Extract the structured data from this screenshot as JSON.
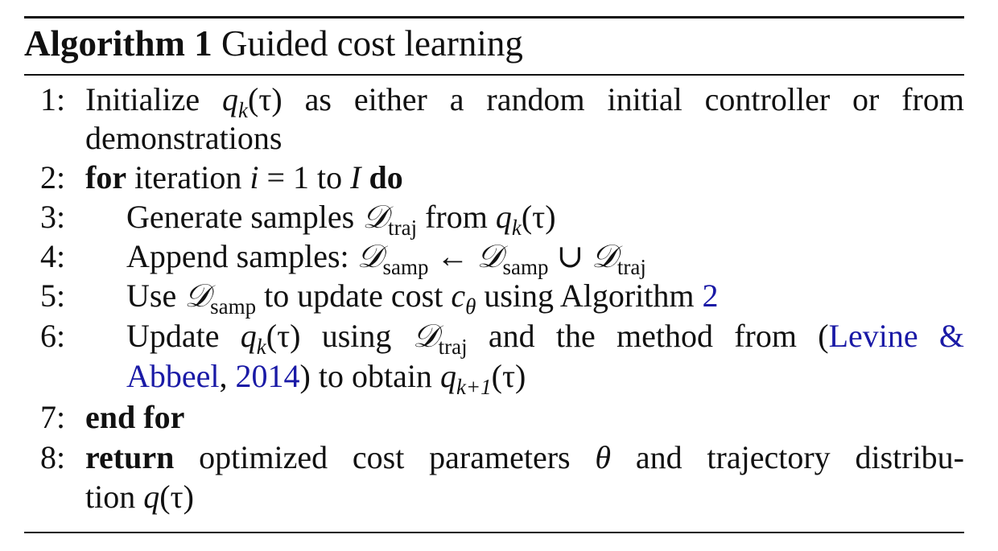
{
  "algorithm": {
    "label": "Algorithm 1",
    "title": "Guided cost learning"
  },
  "lines": [
    {
      "number": "1:",
      "text": {
        "pre": "Initialize ",
        "q": "q",
        "k": "k",
        "tau": "(τ)",
        "post": " as either a random initial controller or from",
        "cont": "demonstrations"
      }
    },
    {
      "number": "2:",
      "text": {
        "for": "for",
        "pre": " iteration ",
        "i": "i",
        "eq": " = 1 to ",
        "I": "I",
        "do": "do"
      }
    },
    {
      "number": "3:",
      "text": {
        "pre": "Generate samples ",
        "D": "𝒟",
        "traj": "traj",
        "mid": " from ",
        "q": "q",
        "k": "k",
        "tau": "(τ)"
      }
    },
    {
      "number": "4:",
      "text": {
        "pre": "Append samples: ",
        "D1": "𝒟",
        "samp1": "samp",
        "arrow": " ← ",
        "D2": "𝒟",
        "samp2": "samp",
        "cup": " ∪ ",
        "D3": "𝒟",
        "traj": "traj"
      }
    },
    {
      "number": "5:",
      "text": {
        "pre": "Use ",
        "D": "𝒟",
        "samp": "samp",
        "mid": " to update cost ",
        "c": "c",
        "theta": "θ",
        "post": " using Algorithm ",
        "ref": "2"
      }
    },
    {
      "number": "6:",
      "text": {
        "pre": "Update ",
        "q": "q",
        "k": "k",
        "tau": "(τ)",
        "mid1": " using ",
        "D": "𝒟",
        "traj": "traj",
        "mid2": " and the method from (",
        "cite1": "Levine &",
        "cite2": "Abbeel",
        "comma": ", ",
        "year": "2014",
        "post": ") to obtain ",
        "q2": "q",
        "k2": "k+1",
        "tau2": "(τ)"
      }
    },
    {
      "number": "7:",
      "text": {
        "end": "end for"
      }
    },
    {
      "number": "8:",
      "text": {
        "return": "return",
        "post": " optimized cost parameters ",
        "theta": "θ",
        "post2": " and trajectory distribu-",
        "cont_pre": "tion ",
        "q": "q",
        "tau": "(τ)"
      }
    }
  ]
}
